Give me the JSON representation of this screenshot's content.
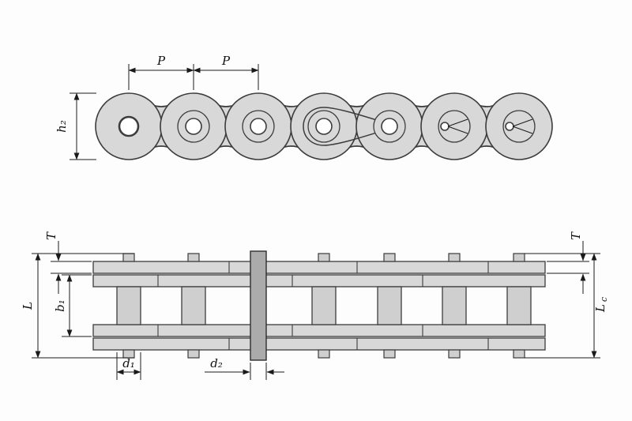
{
  "figure": {
    "type": "technical-drawing",
    "views": {
      "top": "roller-chain-side-view",
      "bottom": "roller-chain-plan-section-view"
    },
    "labels": {
      "p1": "P",
      "p2": "P",
      "h2": "h₂",
      "t_left": "T",
      "t_right": "T",
      "l": "L",
      "b1": "b₁",
      "d1": "d₁",
      "d2": "d₂",
      "lc_main": "L",
      "lc_sub": "c"
    },
    "colors": {
      "background": "#fdfdfd",
      "plate_fill": "#d8d8d8",
      "roller_fill": "#cfcfcf",
      "connecting_pin_fill": "#ababab",
      "outline": "#3c3c3c",
      "dimension_line": "#1a1a1a"
    }
  }
}
